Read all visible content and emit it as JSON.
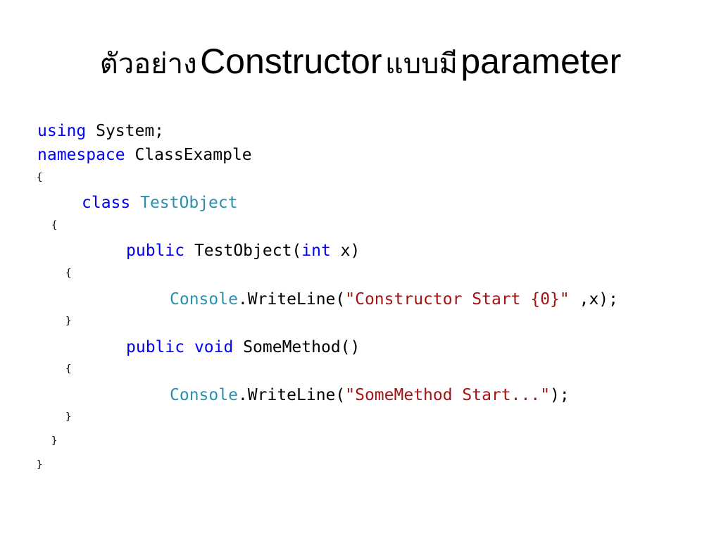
{
  "title": {
    "part1": "ตัวอย่าง",
    "part2": "Constructor",
    "part3": "แบบมี",
    "part4": "parameter"
  },
  "code": {
    "line1": {
      "kw": "using",
      "rest": " System;"
    },
    "line2": {
      "kw": "namespace",
      "rest": " ClassExample"
    },
    "brace_open_ns": "{",
    "line3": {
      "kw": "class",
      "sp": " ",
      "type": "TestObject"
    },
    "brace_open_class": "{",
    "line4": {
      "kw1": "public",
      "mid1": " TestObject(",
      "kw2": "int",
      "mid2": " x)"
    },
    "brace_open_ctor": "{",
    "line5": {
      "type": "Console",
      "mid": ".WriteLine(",
      "str": "\"Constructor Start {0}\"",
      "end": " ,x);"
    },
    "brace_close_ctor": "}",
    "line6": {
      "kw1": "public",
      "sp": " ",
      "kw2": "void",
      "rest": " SomeMethod()"
    },
    "brace_open_method": "{",
    "line7": {
      "type": "Console",
      "mid": ".WriteLine(",
      "str": "\"SomeMethod Start...\"",
      "end": ");"
    },
    "brace_close_method": "}",
    "brace_close_class": "}",
    "brace_close_ns": "}"
  },
  "colors": {
    "keyword": "#0000ff",
    "type": "#2b91af",
    "string": "#a31515",
    "text": "#000000"
  }
}
